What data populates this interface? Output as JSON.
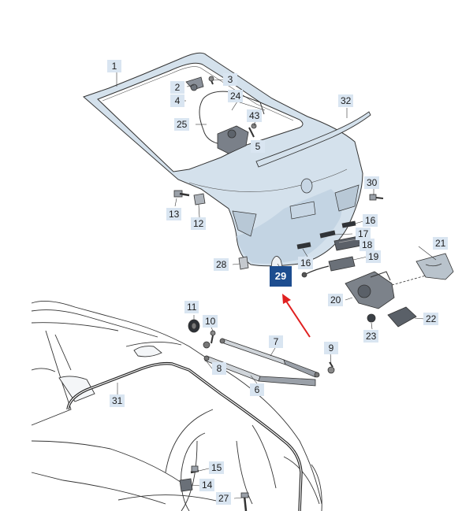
{
  "diagram": {
    "highlighted_part": "29",
    "colors": {
      "panel_fill": "#d4e1ec",
      "line": "#333333",
      "label_bg": "#d9e5f1",
      "highlight_bg": "#1d4d8f",
      "arrow": "#e02020"
    },
    "labels": {
      "l1": "1",
      "l2": "2",
      "l3": "3",
      "l4": "4",
      "l5": "5",
      "l6": "6",
      "l7": "7",
      "l8": "8",
      "l9": "9",
      "l10": "10",
      "l11": "11",
      "l12": "12",
      "l13": "13",
      "l14": "14",
      "l15": "15",
      "l16a": "16",
      "l16b": "16",
      "l17": "17",
      "l18": "18",
      "l19": "19",
      "l20": "20",
      "l21": "21",
      "l22": "22",
      "l23": "23",
      "l24": "24",
      "l25": "25",
      "l27": "27",
      "l28": "28",
      "l29": "29",
      "l30": "30",
      "l31": "31",
      "l32": "32",
      "l43": "43"
    }
  }
}
